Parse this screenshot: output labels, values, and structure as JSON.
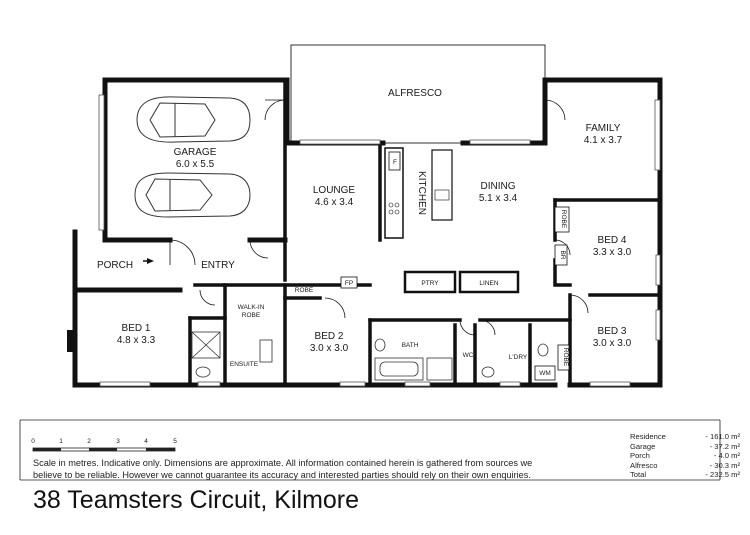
{
  "rooms": {
    "alfresco": {
      "name": "ALFRESCO"
    },
    "garage": {
      "name": "GARAGE",
      "size": "6.0 x 5.5"
    },
    "family": {
      "name": "FAMILY",
      "size": "4.1 x 3.7"
    },
    "lounge": {
      "name": "LOUNGE",
      "size": "4.6 x 3.4"
    },
    "dining": {
      "name": "DINING",
      "size": "5.1 x 3.4"
    },
    "kitchen": {
      "name": "KITCHEN"
    },
    "bed4": {
      "name": "BED 4",
      "size": "3.3 x 3.0"
    },
    "porch": {
      "name": "PORCH"
    },
    "entry": {
      "name": "ENTRY"
    },
    "bed1": {
      "name": "BED 1",
      "size": "4.8 x 3.3"
    },
    "walkin": {
      "name": "WALK-IN",
      "name2": "ROBE"
    },
    "ensuite": {
      "name": "ENSUITE"
    },
    "bed2": {
      "name": "BED 2",
      "size": "3.0 x 3.0"
    },
    "bath": {
      "name": "BATH"
    },
    "wc": {
      "name": "WC"
    },
    "ldry": {
      "name": "L'DRY"
    },
    "bed3": {
      "name": "BED 3",
      "size": "3.0 x 3.0"
    },
    "robe_bed2": {
      "name": "ROBE"
    },
    "robe_bed4": {
      "name": "ROBE"
    },
    "robe_bed3": {
      "name": "ROBE"
    },
    "ptry": {
      "name": "PTRY"
    },
    "linen": {
      "name": "LINEN"
    },
    "fp": {
      "name": "FP"
    },
    "fridge": {
      "name": "F"
    },
    "br": {
      "name": "BR"
    },
    "wm": {
      "name": "WM"
    }
  },
  "scale": {
    "ticks": [
      "0",
      "1",
      "2",
      "3",
      "4",
      "5"
    ],
    "disclaimer_line1": "Scale in metres. Indicative only. Dimensions are approximate. All information contained herein is gathered from sources we",
    "disclaimer_line2": "believe to be reliable. However we cannot guarantee  its accuracy and interested parties should rely on their own enquiries."
  },
  "areas": [
    {
      "label": "Residence",
      "value": "- 161.0 m²"
    },
    {
      "label": "Garage",
      "value": "-   37.2 m²"
    },
    {
      "label": "Porch",
      "value": "-     4.0 m²"
    },
    {
      "label": "Alfresco",
      "value": "-   30.3 m²"
    },
    {
      "label": "Total",
      "value": "- 232.5 m²"
    }
  ],
  "address": "38 Teamsters Circuit, Kilmore"
}
